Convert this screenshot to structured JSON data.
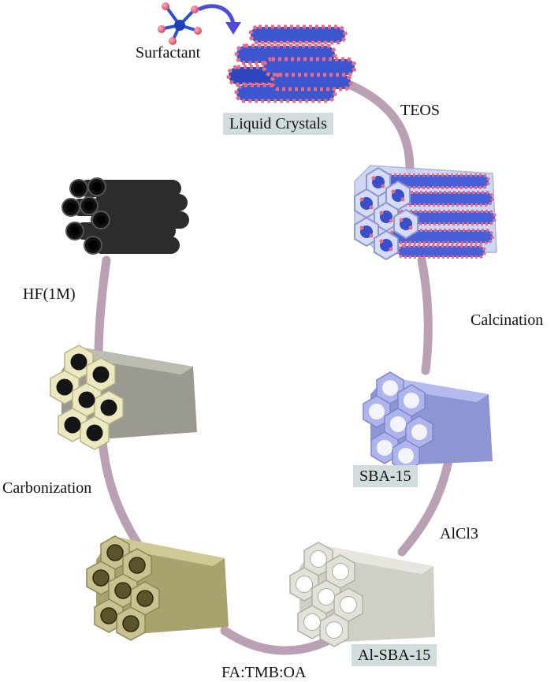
{
  "labels": {
    "surfactant": "Surfactant",
    "liquid_crystals": "Liquid Crystals",
    "teos": "TEOS",
    "calcination": "Calcination",
    "sba15": "SBA-15",
    "alcl3": "AlCl3",
    "al_sba15": "Al-SBA-15",
    "fa_tmb_oa": "FA:TMB:OA",
    "carbonization": "Carbonization",
    "hf": "HF(1M)"
  },
  "colors": {
    "cycle_arrow": "#a98aa0",
    "label_box": "#d3dcdc",
    "surfactant_head": "#e0607a",
    "surfactant_tail": "#2a4fd0",
    "silica_template": "#b8c4ee",
    "sba15": "#9ea7e0",
    "al_sba15": "#d6d6d0",
    "filled_precursor": "#b3ad76",
    "carbon_silica": "#e0dcac",
    "carbon": "#2a2a2a",
    "curved_arrow": "#4d4dd8"
  }
}
